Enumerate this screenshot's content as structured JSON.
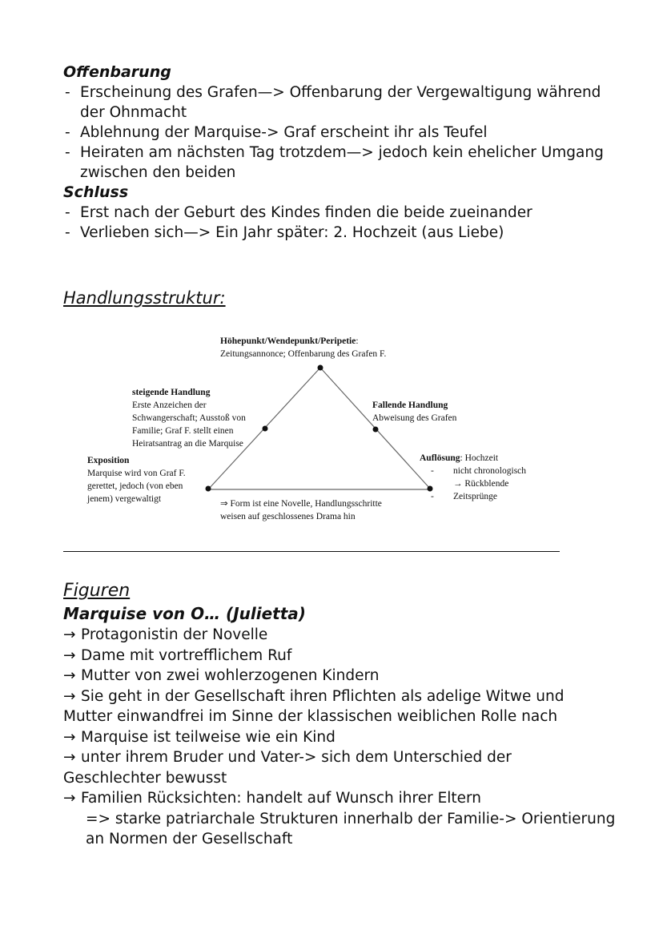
{
  "sections": {
    "offenbarung": {
      "heading": "Offenbarung",
      "items": [
        "Erscheinung des Grafen—> Offenbarung der Vergewaltigung während der Ohnmacht",
        "Ablehnung der Marquise-> Graf erscheint ihr als Teufel",
        "Heiraten am nächsten Tag trotzdem—> jedoch kein ehelicher Umgang zwischen den beiden"
      ]
    },
    "schluss": {
      "heading": "Schluss",
      "items": [
        "Erst nach der Geburt des Kindes finden die beide zueinander",
        "Verlieben sich—> Ein Jahr später: 2. Hochzeit (aus Liebe)"
      ]
    },
    "handlungsstruktur": {
      "heading": "Handlungsstruktur:"
    },
    "figuren": {
      "heading": "Figuren",
      "subheading": "Marquise von O… (Julietta)",
      "arrow_symbol": "→",
      "items": [
        "Protagonistin der Novelle",
        "Dame mit vortrefflichem Ruf",
        "Mutter von zwei wohlerzogenen Kindern",
        "Sie geht in der Gesellschaft ihren Pflichten als adelige Witwe und Mutter einwandfrei im Sinne der klassischen weiblichen Rolle nach",
        "Marquise ist teilweise wie ein Kind",
        "unter ihrem Bruder und Vater-> sich dem Unterschied der Geschlechter bewusst",
        "Familien Rücksichten: handelt auf Wunsch ihrer Eltern"
      ],
      "continuation": [
        "=> starke patriarchale Strukturen innerhalb der Familie-> Orientierung",
        "an Normen der Gesellschaft"
      ]
    }
  },
  "diagram": {
    "peak": {
      "title": "Höhepunkt/Wendepunkt/Peripetie",
      "text": "Zeitungsannonce; Offenbarung des Grafen F."
    },
    "rising": {
      "title": "steigende Handlung",
      "lines": [
        "Erste Anzeichen der",
        "Schwangerschaft; Ausstoß von",
        "Familie; Graf F. stellt einen",
        "Heiratsantrag an die Marquise"
      ]
    },
    "falling": {
      "title": "Fallende Handlung",
      "text": "Abweisung des Grafen"
    },
    "exposition": {
      "title": "Exposition",
      "lines": [
        "Marquise wird von Graf F.",
        "gerettet, jedoch (von eben",
        "jenem) vergewaltigt"
      ]
    },
    "resolution": {
      "title": "Auflösung",
      "text": "Hochzeit",
      "bullets": [
        "nicht chronologisch",
        "→ Rückblende",
        "Zeitsprünge"
      ]
    },
    "form_note": [
      "⇒ Form ist eine Novelle, Handlungsschritte",
      "weisen auf geschlossenes Drama hin"
    ]
  }
}
